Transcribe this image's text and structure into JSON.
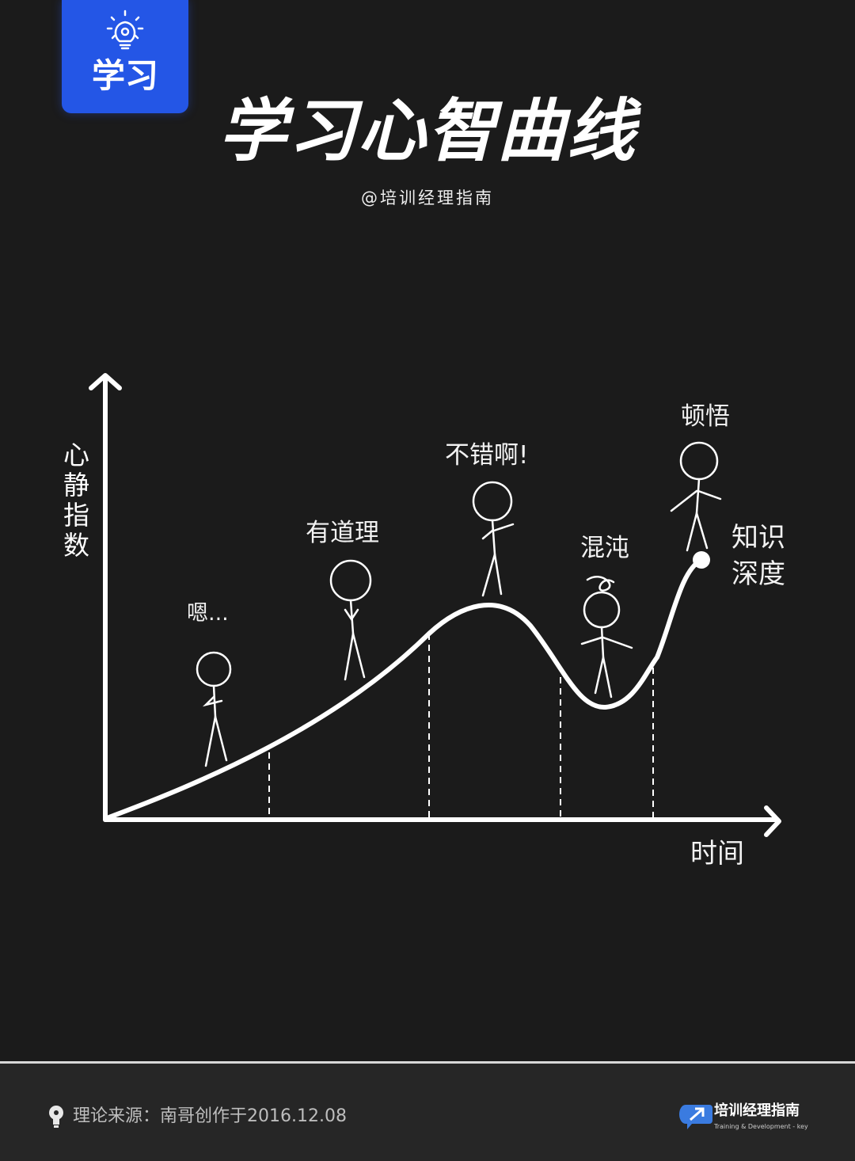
{
  "badge": {
    "icon": "lightbulb-gear-icon",
    "label": "学习",
    "color": "#2456e6"
  },
  "header": {
    "title": "学习心智曲线",
    "subtitle": "@培训经理指南"
  },
  "diagram": {
    "y_axis_label": "心静指数",
    "x_axis_label": "时间",
    "curve_end_label": "知识深度",
    "stages": [
      {
        "label": "嗯..."
      },
      {
        "label": "有道理"
      },
      {
        "label": "不错啊!"
      },
      {
        "label": "混沌"
      },
      {
        "label": "顿悟"
      }
    ]
  },
  "footer": {
    "icon": "lightbulb-icon",
    "source": "理论来源：南哥创作于2016.12.08",
    "logo_name": "培训经理指南",
    "logo_sub": "Training & Development - key",
    "logo_color": "#3a7be0"
  }
}
